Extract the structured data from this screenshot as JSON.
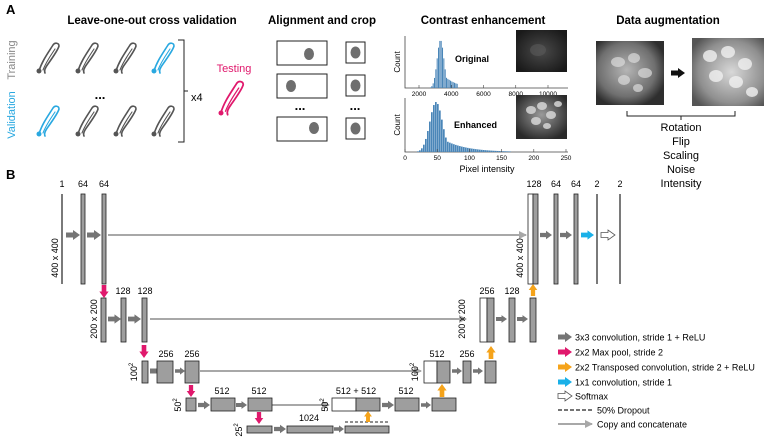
{
  "panel_a": {
    "label": "A",
    "cv": {
      "title": "Leave-one-out cross validation",
      "training_label": "Training",
      "validation_label": "Validation",
      "ellipsis": "...",
      "repeat": "x4",
      "testing_label": "Testing"
    },
    "align": {
      "title": "Alignment and crop",
      "ellipsis_left": "...",
      "ellipsis_right": "..."
    },
    "contrast": {
      "title": "Contrast enhancement",
      "original": {
        "label": "Original",
        "ylabel": "Count",
        "xticks": [
          "2000",
          "4000",
          "6000",
          "8000",
          "10000"
        ]
      },
      "enhanced": {
        "label": "Enhanced",
        "ylabel": "Count",
        "xticks": [
          "0",
          "50",
          "100",
          "150",
          "200",
          "250"
        ]
      },
      "xlabel": "Pixel intensity"
    },
    "augmentation": {
      "title": "Data augmentation",
      "items": [
        "Rotation",
        "Flip",
        "Scaling",
        "Noise",
        "Intensity"
      ]
    }
  },
  "panel_b": {
    "label": "B",
    "channels": {
      "l1_in": "1",
      "l1_a": "64",
      "l1_b": "64",
      "l2_a": "128",
      "l2_b": "128",
      "l3_a": "256",
      "l3_b": "256",
      "l4_a": "512",
      "l4_b": "512",
      "l5": "1024",
      "r4_concat": "512 + 512",
      "r4_b": "512",
      "r3_a": "512",
      "r3_b": "256",
      "r2_a": "256",
      "r2_b": "128",
      "r1_a": "128",
      "r1_b": "64",
      "r1_c": "64",
      "r1_d": "2",
      "r1_e": "2"
    },
    "sizes": {
      "s1_left": "400 x 400",
      "s1_right": "400 x 400",
      "s2_left": "200 x 200",
      "s2_right": "200 x 200",
      "s3_base": "100",
      "s4_base": "50",
      "s5_base": "25",
      "exp": "2"
    },
    "legend": [
      {
        "label": "3x3 convolution, stride 1 + ReLU",
        "icon": "gray-arrow",
        "color": "#757575"
      },
      {
        "label": "2x2 Max pool, stride 2",
        "icon": "magenta-arrow",
        "color": "#e0186c"
      },
      {
        "label": "2x2 Transposed convolution, stride 2 + ReLU",
        "icon": "orange-arrow",
        "color": "#f5a31a"
      },
      {
        "label": "1x1 convolution, stride 1",
        "icon": "cyan-arrow",
        "color": "#1ab0e8"
      },
      {
        "label": "Softmax",
        "icon": "hollow-arrow",
        "color": "#ffffff"
      },
      {
        "label": "50% Dropout",
        "icon": "dashed-line",
        "color": "#222222"
      },
      {
        "label": "Copy and concatenate",
        "icon": "gray-line-arrow",
        "color": "#a8a8a8"
      }
    ]
  }
}
